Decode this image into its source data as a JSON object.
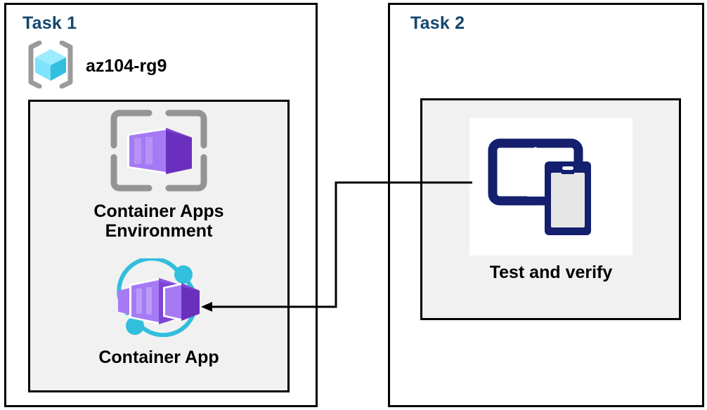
{
  "diagram": {
    "title_color": "#14476E",
    "line_color": "#000000",
    "panel_bg": "#F1F1F1"
  },
  "tasks": [
    {
      "id": "task1",
      "title": "Task 1",
      "resource_group": {
        "icon": "azure-resource-group-icon",
        "label": "az104-rg9"
      },
      "nodes": [
        {
          "id": "container-apps-environment",
          "icon": "container-apps-environment-icon",
          "label": "Container Apps\nEnvironment"
        },
        {
          "id": "container-app",
          "icon": "container-app-icon",
          "label": "Container App"
        }
      ]
    },
    {
      "id": "task2",
      "title": "Task 2",
      "nodes": [
        {
          "id": "test-and-verify",
          "icon": "devices-test-icon",
          "label": "Test and verify"
        }
      ]
    }
  ],
  "connector": {
    "from": "test-and-verify",
    "to": "container-app",
    "arrow_direction": "left"
  },
  "colors": {
    "rg_icon_bracket": "#9B9B9B",
    "rg_icon_cube_light": "#9CEBFF",
    "rg_icon_cube_mid": "#50E6FF",
    "rg_icon_cube_dark": "#32BEDD",
    "container_purple_light": "#A67AF4",
    "container_purple_mid": "#8661D1",
    "container_purple_dark": "#6B2FBD",
    "container_frame_gray": "#949494",
    "orbit_cyan": "#32BEDD",
    "device_navy": "#141F6E",
    "device_screen_gray": "#E6E6E6"
  }
}
